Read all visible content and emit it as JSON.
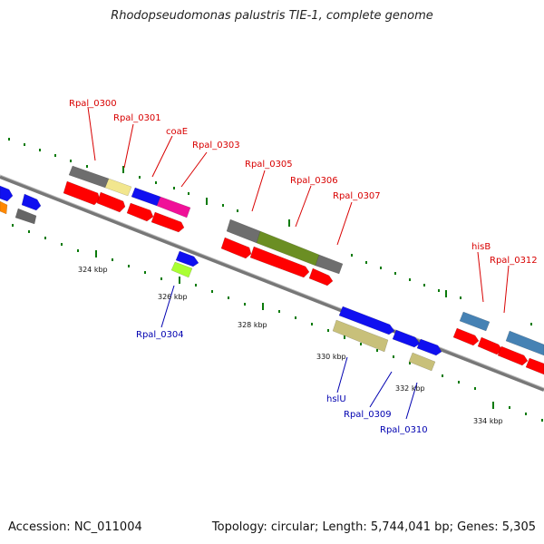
{
  "title": "Rhodopseudomonas palustris TIE-1, complete genome",
  "footer": {
    "accession": "Accession: NC_011004",
    "topology": "Topology: circular; Length: 5,744,041 bp; Genes: 5,305"
  },
  "scale_labels": [
    "324 kbp",
    "326 kbp",
    "328 kbp",
    "330 kbp",
    "332 kbp",
    "334 kbp"
  ],
  "genes_top": [
    "Rpal_0300",
    "Rpal_0301",
    "coaE",
    "Rpal_0303",
    "Rpal_0305",
    "Rpal_0306",
    "Rpal_0307",
    "hisB",
    "Rpal_0312"
  ],
  "genes_bottom": [
    "Rpal_0304",
    "hslU",
    "Rpal_0309",
    "Rpal_0310"
  ],
  "colors": {
    "forward_label": "#d80000",
    "reverse_label": "#0000b0",
    "cds": "#ff0000",
    "gene_blue": "#0000ff",
    "backbone": "#888888",
    "ticks": "#008000"
  }
}
